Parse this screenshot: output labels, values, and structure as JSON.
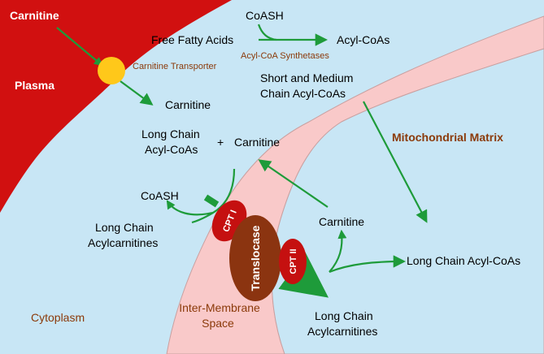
{
  "colors": {
    "cytoplasm": "#C8E6F5",
    "plasma": "#D11010",
    "intermembrane": "#F9C9C9",
    "arrow": "#1E9B3A",
    "transporter": "#FFC81A",
    "enzyme": "#C51010",
    "translocase": "#8B3410",
    "label_brown": "#8B3A0A"
  },
  "regions": {
    "plasma": "Plasma",
    "cytoplasm": "Cytoplasm",
    "intermembrane_line1": "Inter-Membrane",
    "intermembrane_line2": "Space",
    "matrix": "Mitochondrial Matrix"
  },
  "labels": {
    "carnitine_plasma": "Carnitine",
    "transporter": "Carnitine Transporter",
    "carnitine_cyto": "Carnitine",
    "coash_top": "CoASH",
    "free_fatty_acids": "Free Fatty Acids",
    "acyl_coas": "Acyl-CoAs",
    "synthetases": "Acyl-CoA Synthetases",
    "short_medium_1": "Short and Medium",
    "short_medium_2": "Chain Acyl-CoAs",
    "lc_acylcoas_1": "Long Chain",
    "lc_acylcoas_2": "Acyl-CoAs",
    "plus": "+",
    "carnitine_mid": "Carnitine",
    "coash_left": "CoASH",
    "lc_acylcarn_left_1": "Long Chain",
    "lc_acylcarn_left_2": "Acylcarnitines",
    "carnitine_matrix": "Carnitine",
    "lc_acylcoa_matrix": "Long Chain Acyl-CoAs",
    "lc_acylcarn_bottom_1": "Long Chain",
    "lc_acylcarn_bottom_2": "Acylcarnitines"
  },
  "enzymes": {
    "cpt1": "CPT I",
    "translocase": "Translocase",
    "cpt2": "CPT II"
  }
}
